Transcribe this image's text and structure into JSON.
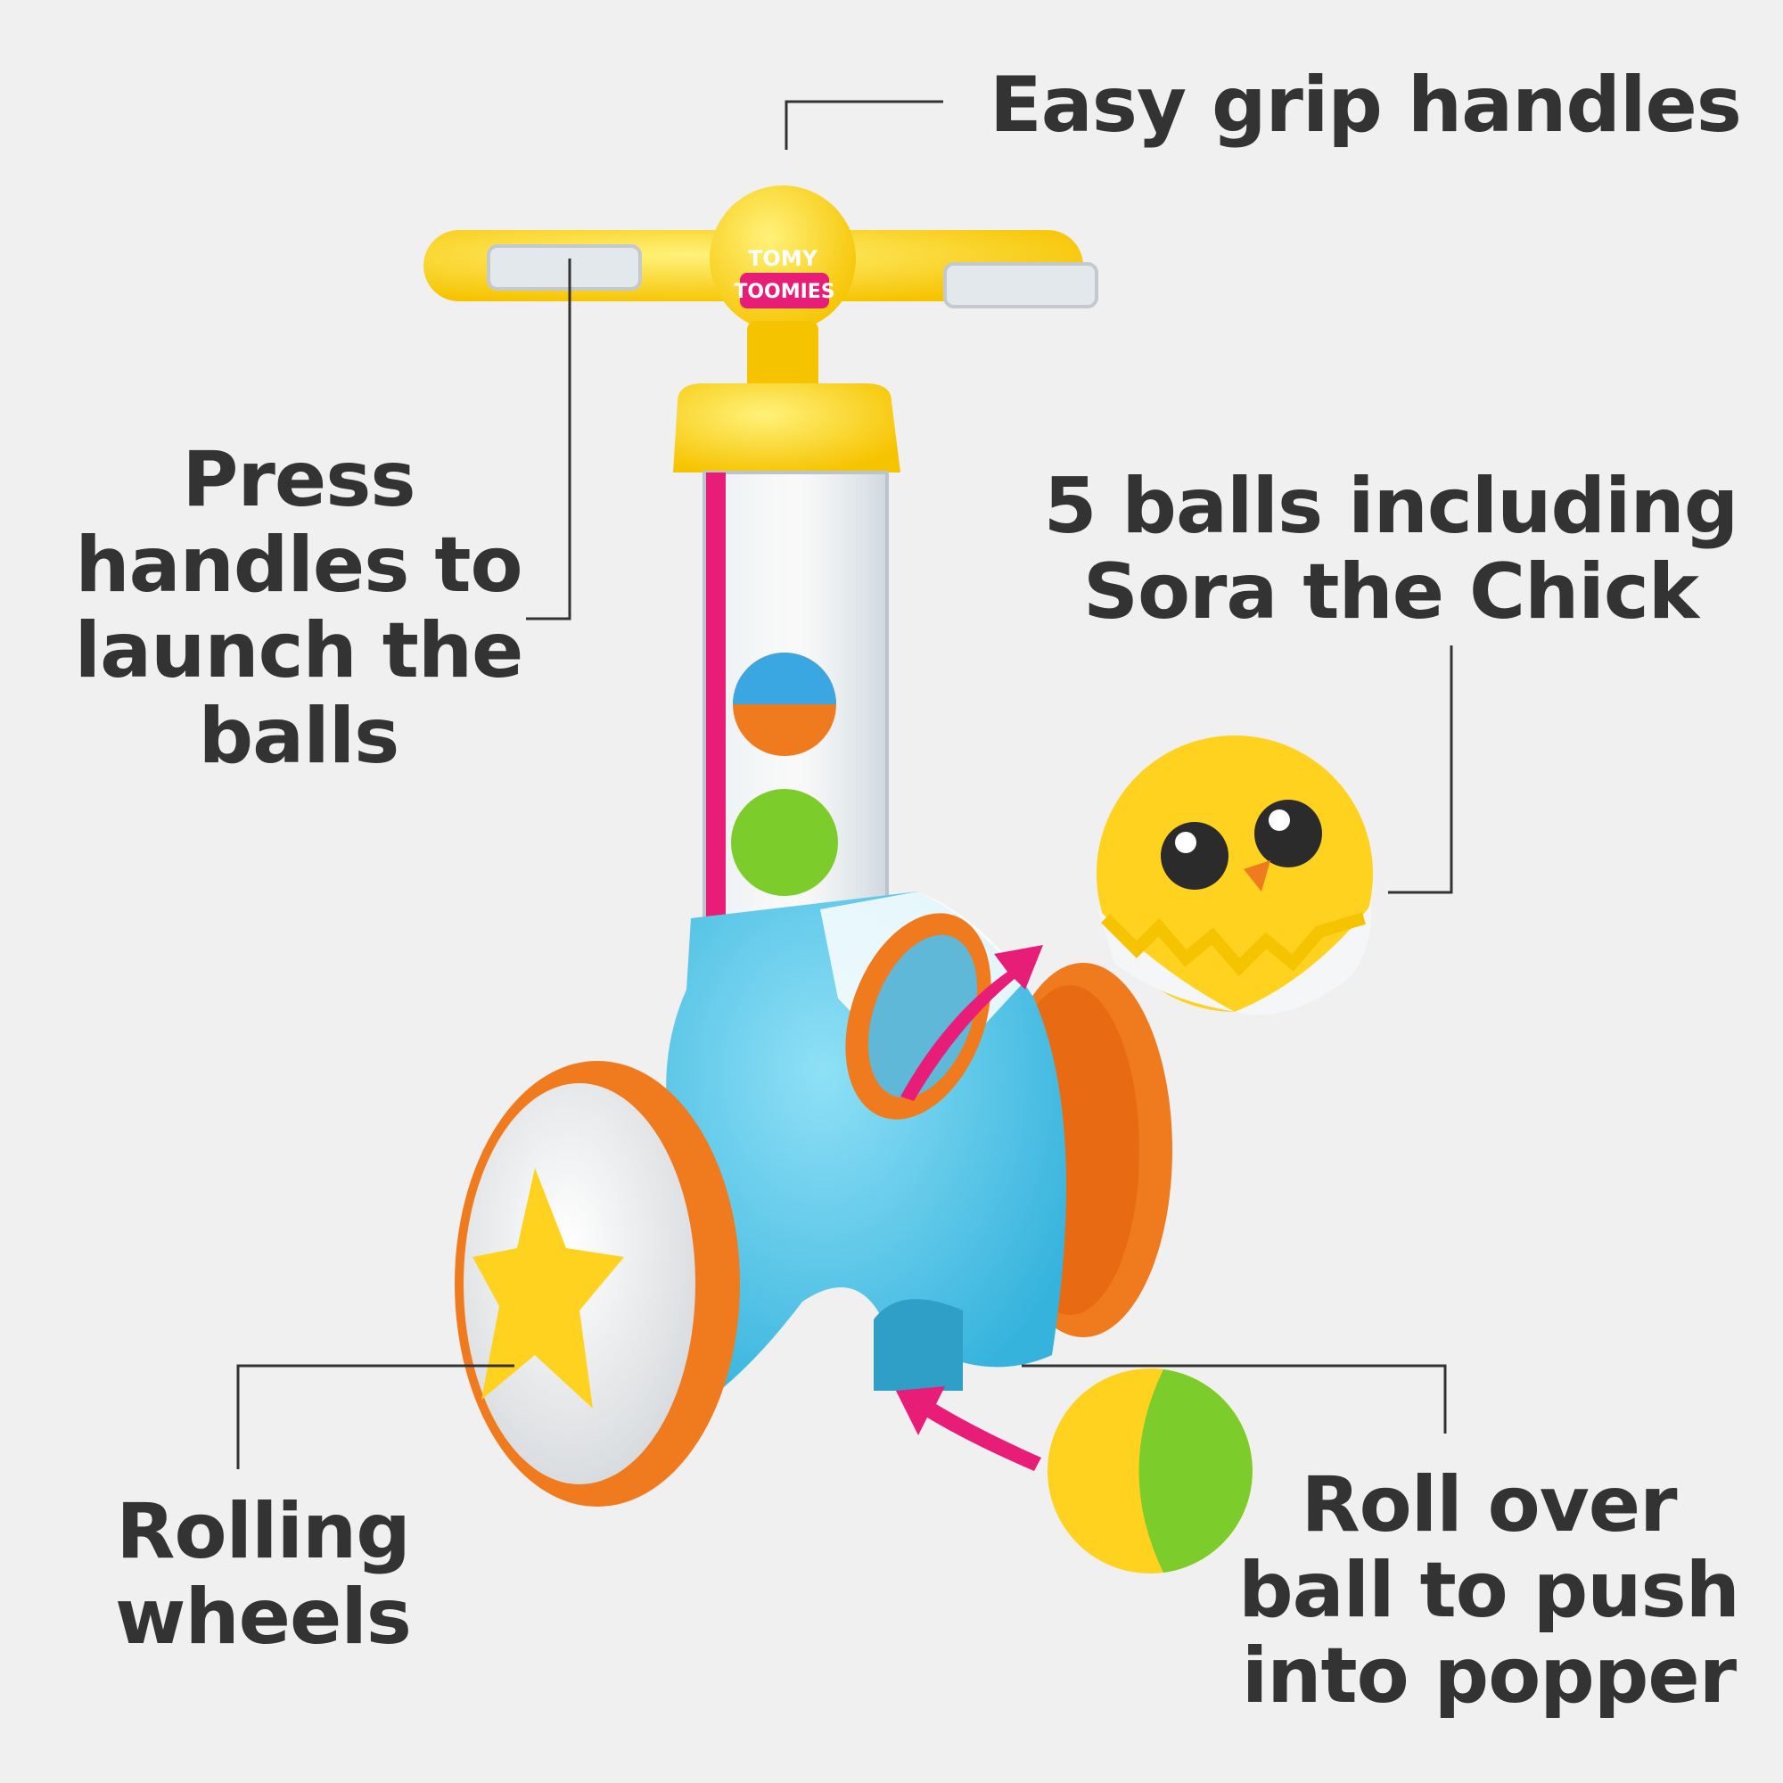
{
  "callouts": {
    "grip": [
      "Easy grip handles"
    ],
    "press": [
      "Press",
      "handles to",
      "launch the",
      "balls"
    ],
    "balls": [
      "5 balls including",
      "Sora the Chick"
    ],
    "wheels": [
      "Rolling",
      "wheels"
    ],
    "roll": [
      "Roll over",
      "ball to push",
      "into popper"
    ]
  },
  "brand": {
    "maker": "TOMY",
    "line": "TOOMIES"
  },
  "colors": {
    "background": "#f0f0f0",
    "text": "#333333",
    "body_blue": "#4cc4e8",
    "handle_yellow": "#ffd21f",
    "rim_orange": "#f07a1e",
    "arrow_pink": "#e81d78",
    "ball_green": "#7ccc2c"
  }
}
